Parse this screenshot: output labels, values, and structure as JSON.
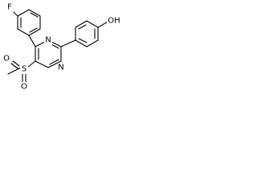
{
  "atoms": {
    "fluorine": "F",
    "hydroxyl": "OH",
    "ring_nitrogen_upper": "N",
    "ring_nitrogen_lower": "N",
    "sulfur": "S",
    "oxygen_left": "O",
    "oxygen_bottom": "O"
  },
  "colors": {
    "bond": "#000000",
    "atom_label": "#000000",
    "background": "#ffffff"
  }
}
